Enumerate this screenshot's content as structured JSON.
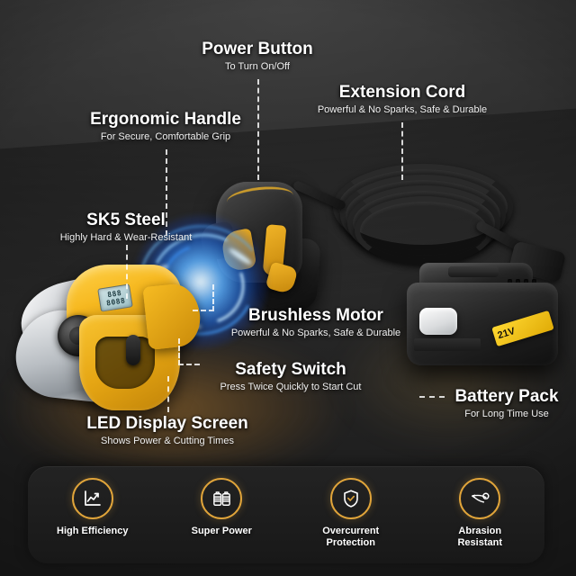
{
  "theme": {
    "background": "#2b2b2b",
    "accent": "#e0a43a",
    "product_yellow": "#f6b81f",
    "glow_blue": "#2f8cff",
    "text": "#ffffff"
  },
  "callouts": [
    {
      "id": "power-button",
      "title": "Power Button",
      "subtitle": "To Turn On/Off"
    },
    {
      "id": "extension-cord",
      "title": "Extension Cord",
      "subtitle": "Powerful & No Sparks, Safe & Durable"
    },
    {
      "id": "ergonomic-handle",
      "title": "Ergonomic Handle",
      "subtitle": "For Secure, Comfortable Grip"
    },
    {
      "id": "sk5-steel",
      "title": "SK5 Steel",
      "subtitle": "Highly Hard & Wear-Resistant"
    },
    {
      "id": "brushless-motor",
      "title": "Brushless Motor",
      "subtitle": "Powerful & No Sparks, Safe & Durable"
    },
    {
      "id": "safety-switch",
      "title": "Safety Switch",
      "subtitle": "Press Twice Quickly to Start Cut"
    },
    {
      "id": "led-display",
      "title": "LED Display Screen",
      "subtitle": "Shows Power & Cutting Times"
    },
    {
      "id": "battery-pack",
      "title": "Battery Pack",
      "subtitle": "For Long Time Use"
    }
  ],
  "product": {
    "battery_voltage_label": "21V",
    "lcd_line1": "888",
    "lcd_line2": "8088"
  },
  "features": [
    {
      "id": "high-efficiency",
      "label": "High Efficiency",
      "icon": "line-chart-icon"
    },
    {
      "id": "super-power",
      "label": "Super Power",
      "icon": "battery-power-icon"
    },
    {
      "id": "overcurrent-protection",
      "label": "Overcurrent\nProtection",
      "icon": "shield-check-icon"
    },
    {
      "id": "abrasion-resistant",
      "label": "Abrasion\nResistant",
      "icon": "blade-icon"
    }
  ]
}
